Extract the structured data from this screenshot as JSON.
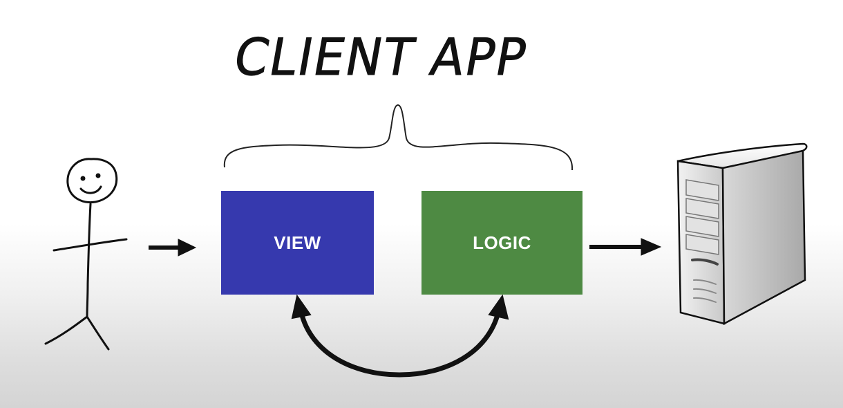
{
  "diagram": {
    "title": "CLIENT APP",
    "view_label": "VIEW",
    "logic_label": "LOGIC",
    "icons": {
      "user": "stick-figure-icon",
      "server": "server-tower-icon"
    },
    "colors": {
      "view_box": "#3639ae",
      "logic_box": "#4e8a43",
      "ink": "#111111"
    }
  }
}
